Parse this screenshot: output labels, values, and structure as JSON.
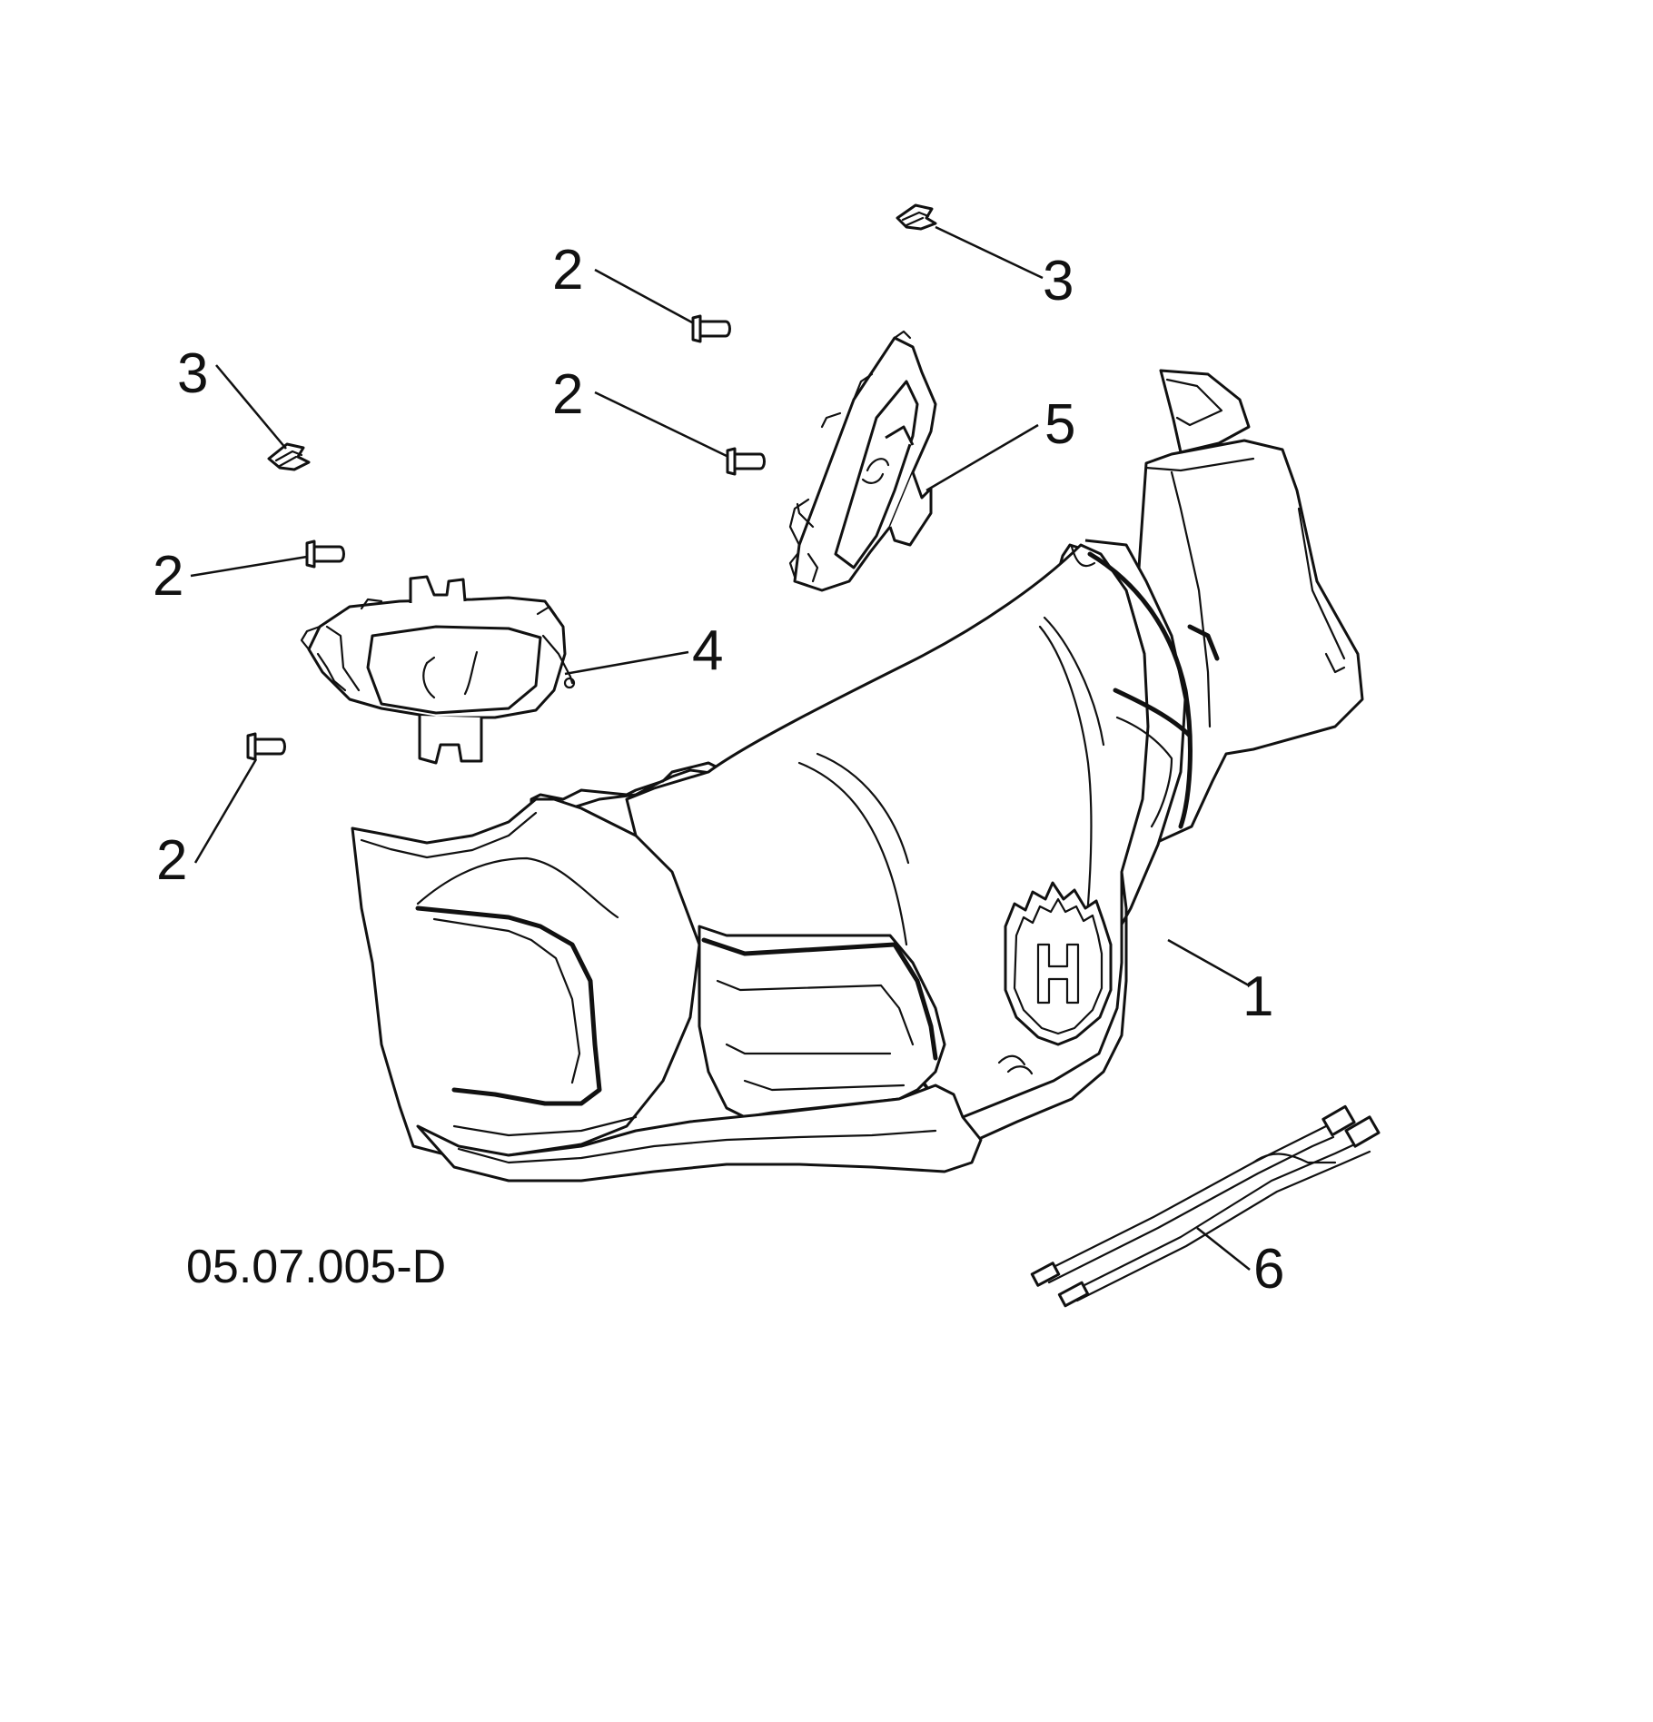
{
  "diagram": {
    "drawing_code": "05.07.005-D",
    "callouts": {
      "c1": "1",
      "c2a": "2",
      "c2b": "2",
      "c2c": "2",
      "c2d": "2",
      "c3a": "3",
      "c3b": "3",
      "c4": "4",
      "c5": "5",
      "c6": "6"
    },
    "logo_icon": "husqvarna-crown-h-logo",
    "ink_color": "#111111",
    "paper_color": "#ffffff"
  }
}
